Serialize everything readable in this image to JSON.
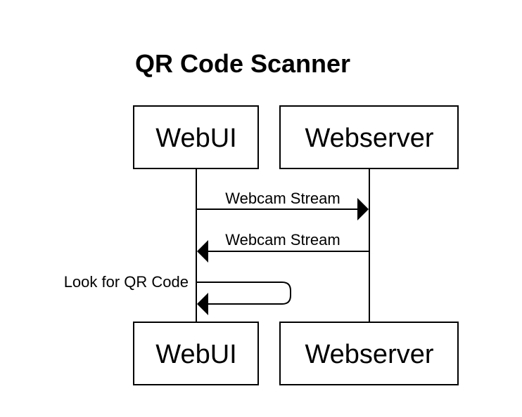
{
  "diagram": {
    "title": "QR Code Scanner",
    "participants": {
      "webui": "WebUI",
      "webserver": "Webserver"
    },
    "messages": [
      {
        "from": "WebUI",
        "to": "Webserver",
        "label": "Webcam Stream"
      },
      {
        "from": "Webserver",
        "to": "WebUI",
        "label": "Webcam Stream"
      },
      {
        "from": "WebUI",
        "to": "WebUI",
        "label": "Look for QR Code"
      }
    ]
  }
}
